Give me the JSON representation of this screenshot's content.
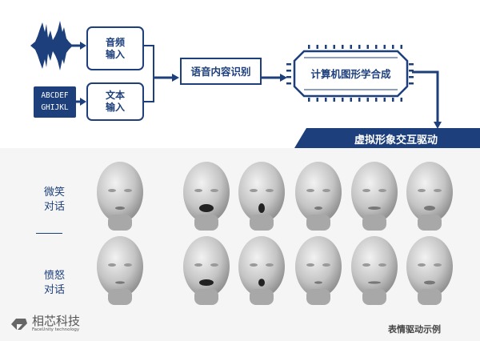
{
  "flow": {
    "audio_input": "音频\n输入",
    "text_sample": [
      "ABCDEF",
      "GHIJKL"
    ],
    "text_input": "文本\n输入",
    "speech_recognition": "语音内容识别",
    "graphics_synthesis": "计算机图形学合成",
    "avatar_driving": "虚拟形象交互驱动"
  },
  "examples": {
    "row1_label": "微笑\n对话",
    "row2_label": "愤怒\n对话",
    "caption": "表情驱动示例"
  },
  "logo": {
    "name": "相芯科技",
    "subtitle": "FaceUnity technology"
  },
  "colors": {
    "primary": "#1d3f7c",
    "background": "#f5f5f5"
  }
}
